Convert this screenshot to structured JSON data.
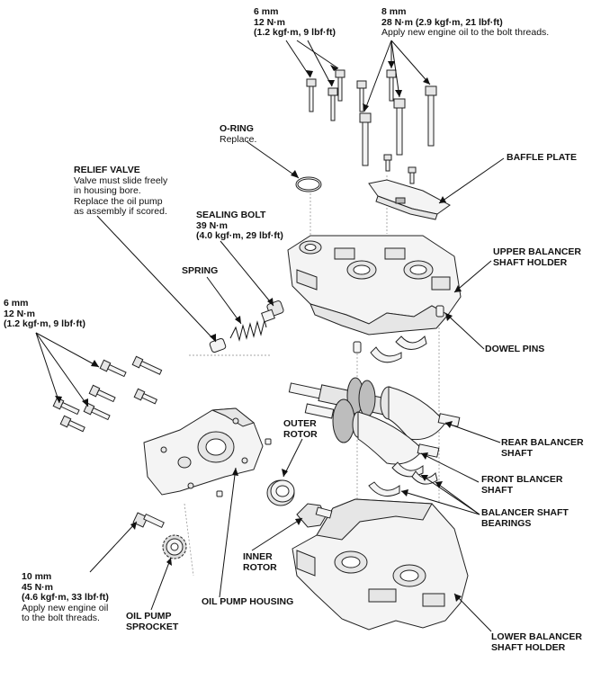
{
  "labels": {
    "bolt6_top": [
      "6 mm",
      "12 N·m",
      "(1.2 kgf·m, 9 lbf·ft)"
    ],
    "bolt8_top": [
      "8 mm",
      "28 N·m (2.9 kgf·m, 21 lbf·ft)",
      "Apply new engine oil to the bolt threads."
    ],
    "oring": [
      "O-RING",
      "Replace."
    ],
    "baffle": [
      "BAFFLE PLATE"
    ],
    "relief": [
      "RELIEF VALVE",
      "Valve must slide freely",
      "in housing bore.",
      "Replace the oil pump",
      "as assembly if scored."
    ],
    "sealing": [
      "SEALING BOLT",
      "39 N·m",
      "(4.0 kgf·m, 29 lbf·ft)"
    ],
    "spring": [
      "SPRING"
    ],
    "upper_holder": [
      "UPPER BALANCER",
      "SHAFT HOLDER"
    ],
    "bolt6_left": [
      "6 mm",
      "12 N·m",
      "(1.2 kgf·m, 9 lbf·ft)"
    ],
    "dowel": [
      "DOWEL PINS"
    ],
    "outer_rotor": [
      "OUTER",
      "ROTOR"
    ],
    "rear_shaft": [
      "REAR BALANCER",
      "SHAFT"
    ],
    "front_shaft": [
      "FRONT BLANCER",
      "SHAFT"
    ],
    "bearings": [
      "BALANCER SHAFT",
      "BEARINGS"
    ],
    "bolt10": [
      "10 mm",
      "45 N·m",
      "(4.6 kgf·m, 33 lbf·ft)",
      "Apply new engine oil",
      "to the bolt threads."
    ],
    "inner_rotor": [
      "INNER",
      "ROTOR"
    ],
    "sprocket": [
      "OIL PUMP",
      "SPROCKET"
    ],
    "pump_housing": [
      "OIL PUMP HOUSING"
    ],
    "lower_holder": [
      "LOWER BALANCER",
      "SHAFT HOLDER"
    ]
  }
}
